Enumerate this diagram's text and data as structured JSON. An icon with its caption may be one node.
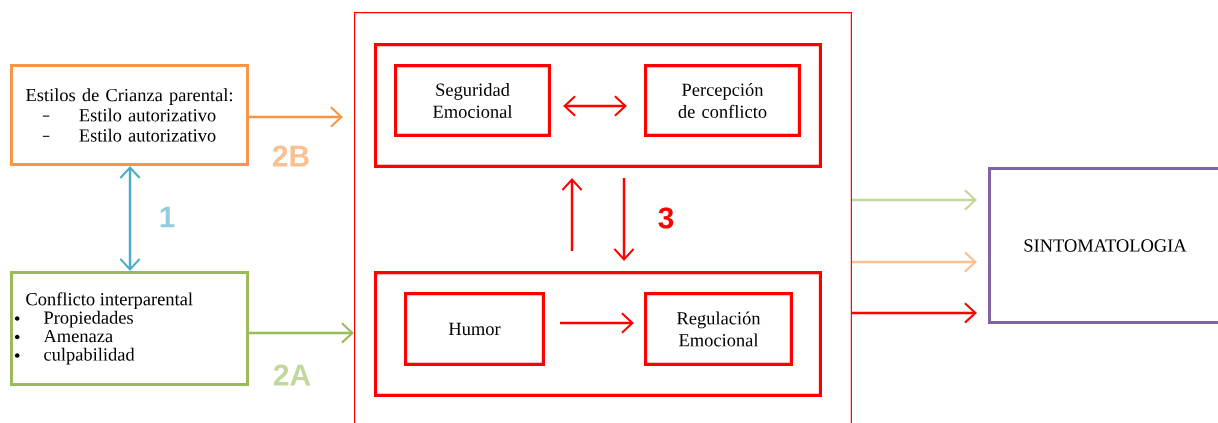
{
  "diagram": {
    "nodes": [
      {
        "text": [
          "Estilos de Crianza parental:",
          "Estilo autorizativo",
          "Estilo autorizativo"
        ]
      },
      {
        "text": [
          "Conflicto interparental",
          "Propiedades",
          "Amenaza",
          "culpabilidad"
        ]
      },
      {
        "text": [],
        "shape": "box"
      },
      {
        "text": [],
        "shape": "box",
        "in": 2
      },
      {
        "text": [
          "Seguridad Emocional"
        ],
        "in": 3
      },
      {
        "text": [
          "Percepción de conflicto"
        ],
        "in": 3
      },
      {
        "text": [],
        "shape": "box",
        "in": 2
      },
      {
        "text": [
          "Humor"
        ],
        "in": 6
      },
      {
        "text": [
          "Regulación Emocional"
        ],
        "in": 6
      },
      {
        "text": [
          "SINTOMATOLOGIA"
        ]
      }
    ],
    "edges": [
      {
        "from": 0,
        "to": 1,
        "arrow": "both",
        "color": "#4bacc6",
        "label": "1"
      },
      {
        "from": 0,
        "to": 2,
        "arrow": "to",
        "color": "#f79646",
        "label": "2B"
      },
      {
        "from": 1,
        "to": 2,
        "arrow": "to",
        "color": "#9bbb59",
        "label": "2A"
      },
      {
        "from": 4,
        "to": 5,
        "arrow": "both"
      },
      {
        "from": 6,
        "to": 3,
        "arrow": "to"
      },
      {
        "from": 3,
        "to": 6,
        "arrow": "to",
        "label": "3"
      },
      {
        "from": 7,
        "to": 8,
        "arrow": "to"
      },
      {
        "from": 2,
        "to": 9,
        "arrow": "to",
        "color": "#c3d69b"
      },
      {
        "from": 2,
        "to": 9,
        "arrow": "to",
        "color": "#fac090"
      },
      {
        "from": 2,
        "to": 9,
        "arrow": "to"
      }
    ]
  }
}
